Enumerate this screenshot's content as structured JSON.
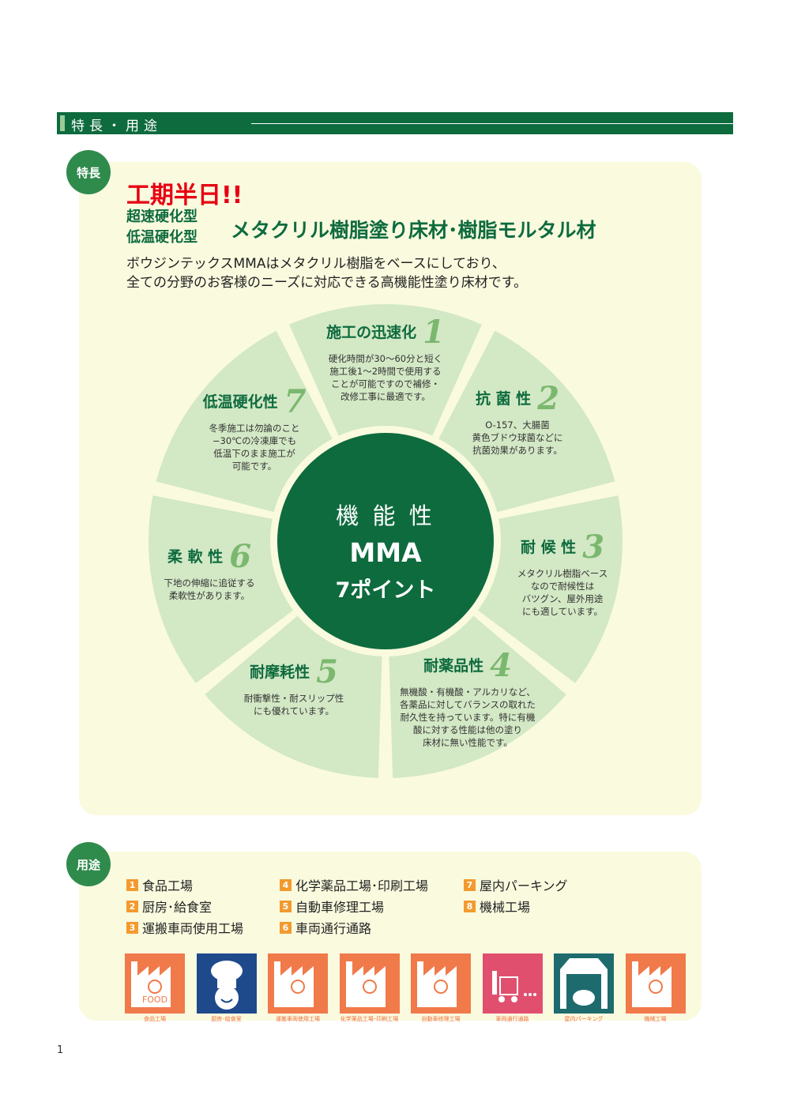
{
  "header": {
    "title": "特長・用途"
  },
  "features": {
    "badge": "特長",
    "headline": "工期半日!!",
    "types": [
      "超速硬化型",
      "低温硬化型"
    ],
    "product": "メタクリル樹脂塗り床材･樹脂モルタル材",
    "description": [
      "ボウジンテックスMMAはメタクリル樹脂をベースにしており、",
      "全ての分野のお客様のニーズに対応できる高機能性塗り床材です。"
    ],
    "center": {
      "line1": "機 能 性",
      "line2": "MMA",
      "line3": "7ポイント"
    },
    "points": [
      {
        "num": "1",
        "title": "施工の迅速化",
        "text": [
          "硬化時間が30〜60分と短く",
          "施工後1〜2時間で使用する",
          "ことが可能ですので補修・",
          "改修工事に最適です。"
        ]
      },
      {
        "num": "2",
        "title": "抗 菌 性",
        "text": [
          "O-157、大腸菌",
          "黄色ブドウ球菌などに",
          "抗菌効果があります。"
        ]
      },
      {
        "num": "3",
        "title": "耐 候 性",
        "text": [
          "メタクリル樹脂ベース",
          "なので耐候性は",
          "バツグン、屋外用途",
          "にも適しています。"
        ]
      },
      {
        "num": "4",
        "title": "耐薬品性",
        "text": [
          "無機酸・有機酸・アルカリなど、",
          "各薬品に対してバランスの取れた",
          "耐久性を持っています。特に有機",
          "酸に対する性能は他の塗り",
          "床材に無い性能です。"
        ]
      },
      {
        "num": "5",
        "title": "耐摩耗性",
        "text": [
          "耐衝撃性・耐スリップ性",
          "にも優れています。"
        ]
      },
      {
        "num": "6",
        "title": "柔 軟 性",
        "text": [
          "下地の伸縮に追従する",
          "柔軟性があります。"
        ]
      },
      {
        "num": "7",
        "title": "低温硬化性",
        "text": [
          "冬季施工は勿論のこと",
          "−30℃の冷凍庫でも",
          "低温下のまま施工が",
          "可能です。"
        ]
      }
    ]
  },
  "uses": {
    "badge": "用途",
    "items": [
      {
        "n": "1",
        "label": "食品工場"
      },
      {
        "n": "2",
        "label": "厨房･給食室"
      },
      {
        "n": "3",
        "label": "運搬車両使用工場"
      },
      {
        "n": "4",
        "label": "化学薬品工場･印刷工場"
      },
      {
        "n": "5",
        "label": "自動車修理工場"
      },
      {
        "n": "6",
        "label": "車両通行通路"
      },
      {
        "n": "7",
        "label": "屋内パーキング"
      },
      {
        "n": "8",
        "label": "機械工場"
      }
    ],
    "icons": [
      {
        "caption": "食品工場",
        "icon": "food-factory",
        "color": "#f07a4a",
        "text": "FOOD"
      },
      {
        "caption": "厨房･給食室",
        "icon": "chef",
        "color": "#1e4a8c"
      },
      {
        "caption": "運搬車両使用工場",
        "icon": "forklift-factory",
        "color": "#f07a4a"
      },
      {
        "caption": "化学薬品工場･印刷工場",
        "icon": "flask-factory",
        "color": "#f07a4a"
      },
      {
        "caption": "自動車修理工場",
        "icon": "car-repair-factory",
        "color": "#f07a4a"
      },
      {
        "caption": "車両通行通路",
        "icon": "forklift",
        "color": "#e0506e"
      },
      {
        "caption": "屋内パーキング",
        "icon": "parking",
        "color": "#1e6b6e"
      },
      {
        "caption": "機械工場",
        "icon": "gear-factory",
        "color": "#f07a4a"
      }
    ]
  },
  "page_number": "1"
}
